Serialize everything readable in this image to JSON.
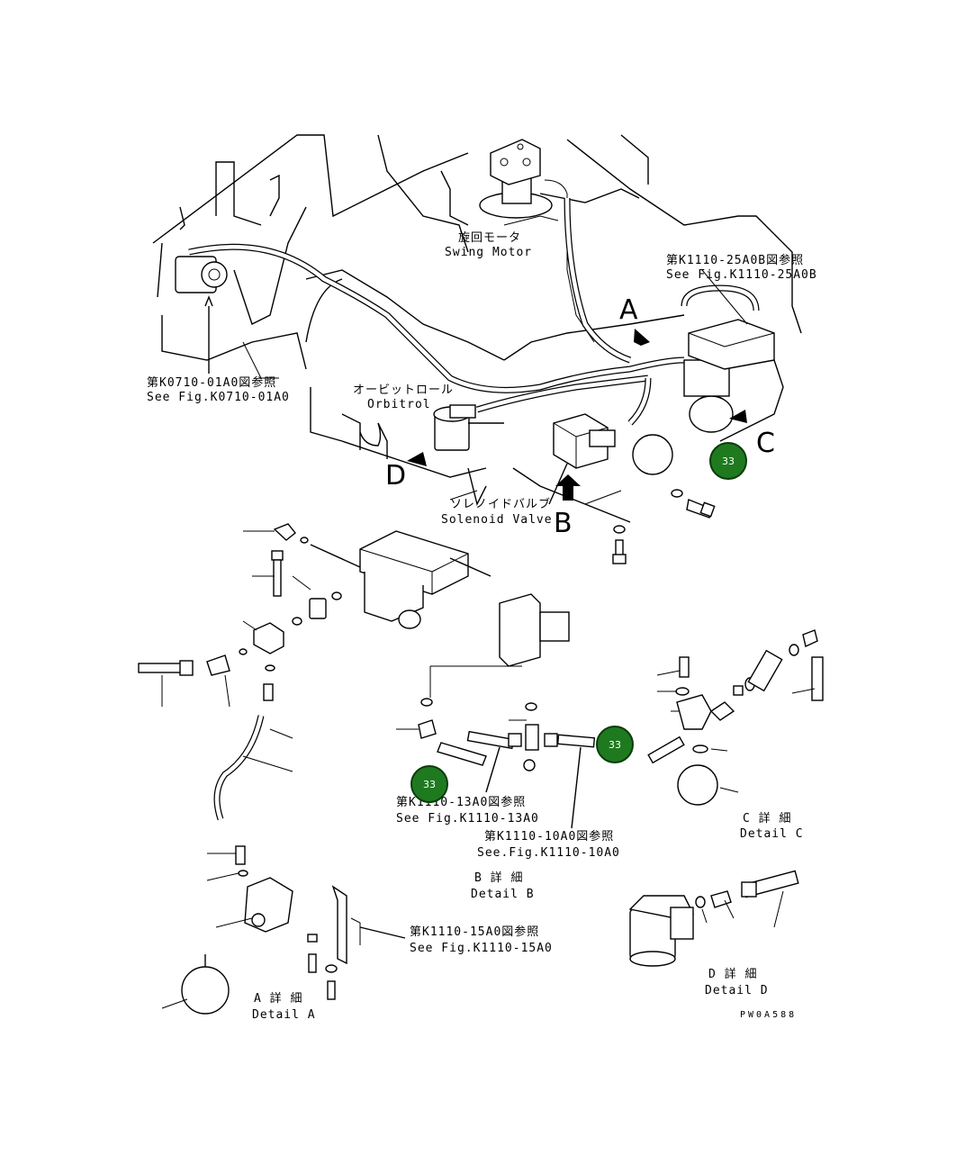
{
  "labels": {
    "swing_motor_jp": "旋回モータ",
    "swing_motor_en": "Swing Motor",
    "ref_25a0b_jp": "第K1110-25A0B図参照",
    "ref_25a0b_en": "See Fig.K1110-25A0B",
    "ref_k0710_jp": "第K0710-01A0図参照",
    "ref_k0710_en": "See Fig.K0710-01A0",
    "orbitrol_jp": "オービットロール",
    "orbitrol_en": "Orbitrol",
    "solenoid_jp": "ソレノイドバルブ",
    "solenoid_en": "Solenoid Valve",
    "ref_13a0_jp": "第K1110-13A0図参照",
    "ref_13a0_en": "See Fig.K1110-13A0",
    "ref_10a0_jp": "第K1110-10A0図参照",
    "ref_10a0_en": "See.Fig.K1110-10A0",
    "ref_15a0_jp": "第K1110-15A0図参照",
    "ref_15a0_en": "See Fig.K1110-15A0",
    "detail_a_jp": "A 詳 細",
    "detail_a_en": "Detail A",
    "detail_b_jp": "B 詳 細",
    "detail_b_en": "Detail B",
    "detail_c_jp": "C 詳 細",
    "detail_c_en": "Detail C",
    "detail_d_jp": "D 詳 細",
    "detail_d_en": "Detail D",
    "drawing_code": "PW0A588"
  },
  "view_letters": {
    "a": "A",
    "b": "B",
    "c": "C",
    "d": "D"
  },
  "callouts": [
    {
      "number": "33"
    },
    {
      "number": "33"
    },
    {
      "number": "33"
    }
  ],
  "colors": {
    "callout_fill": "#1f7a1f",
    "line": "#000000"
  }
}
